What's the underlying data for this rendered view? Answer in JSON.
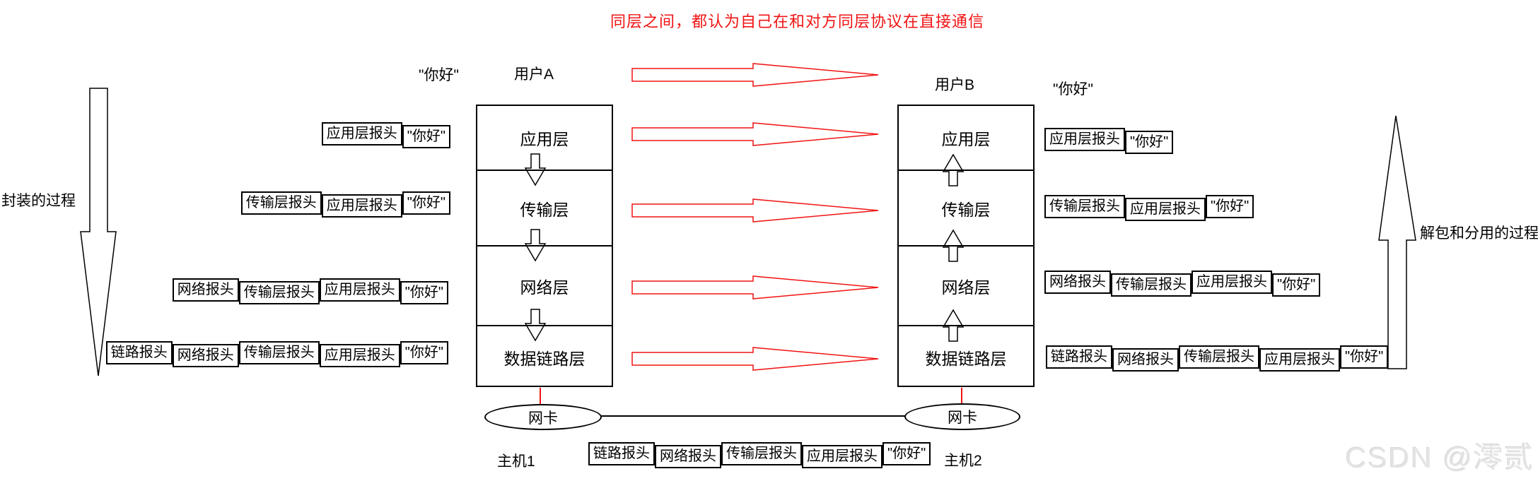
{
  "title": "同层之间，都认为自己在和对方同层协议在直接通信",
  "labels": {
    "hello": "\"你好\"",
    "user_a": "用户A",
    "user_b": "用户B",
    "encapsulation": "封装的过程",
    "decapsulation": "解包和分用的过程",
    "nic": "网卡",
    "host1": "主机1",
    "host2": "主机2",
    "watermark": "CSDN @澪贰"
  },
  "layers": [
    "应用层",
    "传输层",
    "网络层",
    "数据链路层"
  ],
  "headers": {
    "link": "链路报头",
    "network": "网络报头",
    "transport": "传输层报头",
    "application": "应用层报头",
    "payload": "\"你好\""
  },
  "left_rows": [
    [
      "application",
      "payload"
    ],
    [
      "transport",
      "application",
      "payload"
    ],
    [
      "network",
      "transport",
      "application",
      "payload"
    ],
    [
      "link",
      "network",
      "transport",
      "application",
      "payload"
    ]
  ],
  "right_rows": [
    [
      "application",
      "payload"
    ],
    [
      "transport",
      "application",
      "payload"
    ],
    [
      "network",
      "transport",
      "application",
      "payload"
    ],
    [
      "link",
      "network",
      "transport",
      "application",
      "payload"
    ]
  ],
  "bottom_row": [
    "link",
    "network",
    "transport",
    "application",
    "payload"
  ],
  "colors": {
    "red": "#f01414",
    "black": "#000000",
    "watermark_gray": "#e4e4e4"
  }
}
